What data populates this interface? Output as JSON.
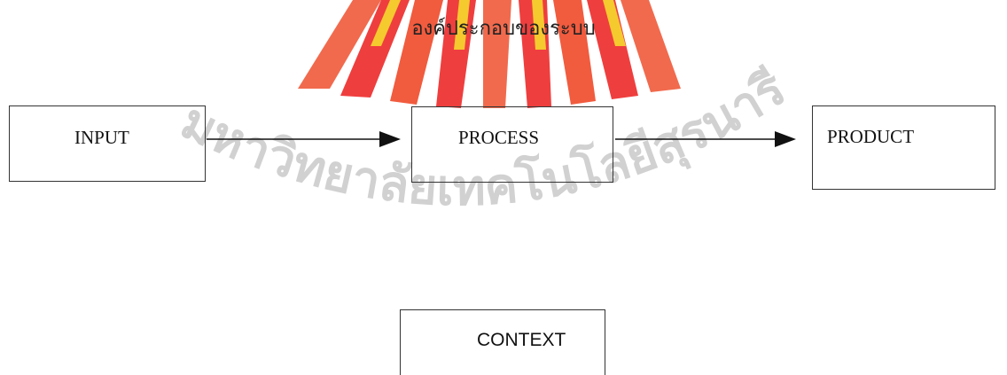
{
  "title": "องค์ประกอบของระบบ",
  "nodes": {
    "input": "INPUT",
    "process": "PROCESS",
    "product": "PRODUCT",
    "context": "CONTEXT"
  },
  "watermark": {
    "text": "มหาวิทยาลัยเทคโนโลยีสุรนารี",
    "colors": {
      "text": "#c9c9c9",
      "logo_red": "#ee2a2a",
      "logo_yellow": "#f5c518"
    }
  }
}
